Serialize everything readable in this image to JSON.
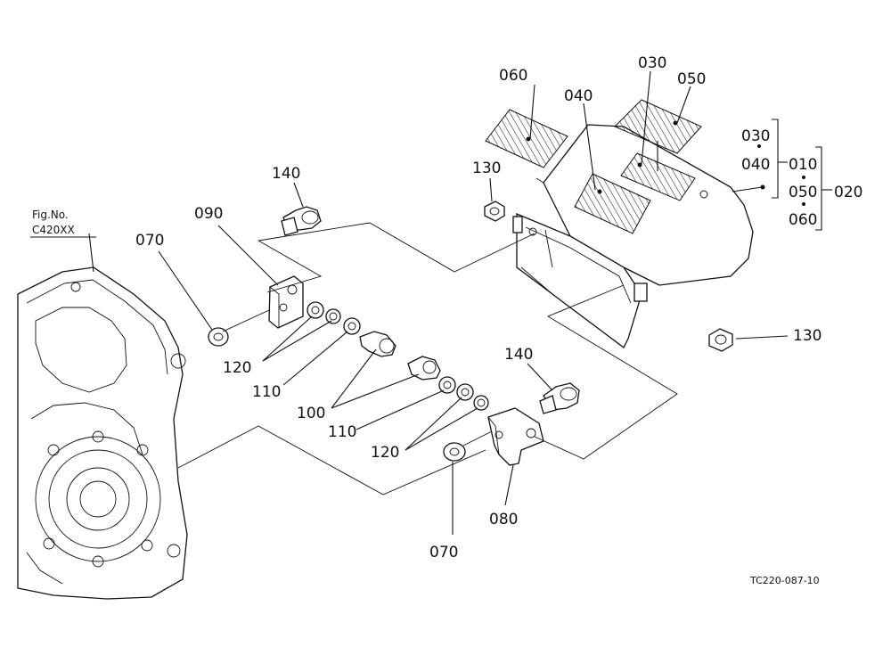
{
  "diagram": {
    "fig_ref": {
      "line1": "Fig.No.",
      "line2": "C420XX"
    },
    "labels": {
      "p010": "010",
      "p020": "020",
      "p030a": "030",
      "p030b": "030",
      "p040a": "040",
      "p040b": "040",
      "p050a": "050",
      "p050b": "050",
      "p060a": "060",
      "p060b": "060",
      "p070a": "070",
      "p070b": "070",
      "p080": "080",
      "p090": "090",
      "p100": "100",
      "p110a": "110",
      "p110b": "110",
      "p120a": "120",
      "p120b": "120",
      "p130a": "130",
      "p130b": "130",
      "p140a": "140",
      "p140b": "140"
    },
    "drawing_code": "TC220-087-10"
  }
}
